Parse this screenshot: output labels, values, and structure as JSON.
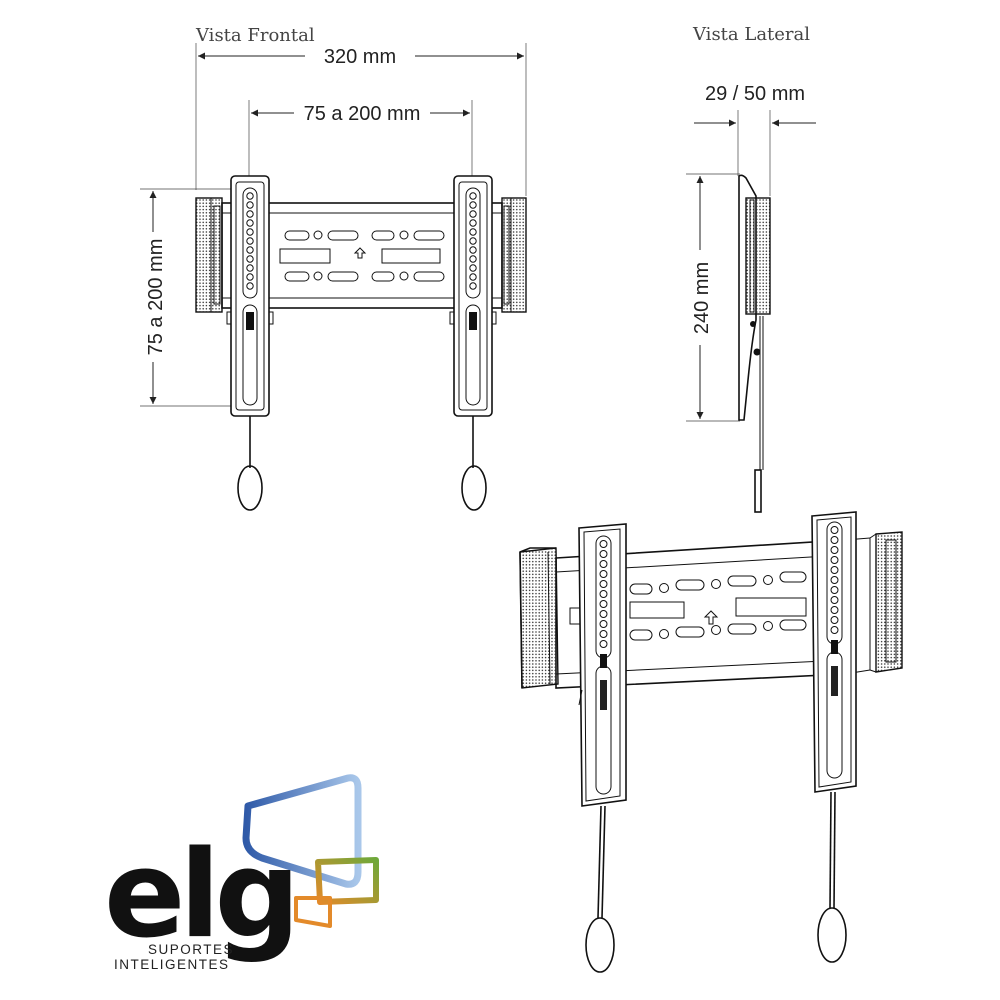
{
  "views": {
    "front_label": "Vista Frontal",
    "side_label": "Vista Lateral"
  },
  "dimensions": {
    "overall_width": "320 mm",
    "vesa_horizontal": "75 a 200 mm",
    "vesa_vertical": "75 a 200 mm",
    "depth": "29 / 50 mm",
    "height": "240 mm"
  },
  "logo": {
    "wordmark": "elg",
    "tagline_line1": "SUPORTES",
    "tagline_line2": "INTELIGENTES",
    "colors": {
      "blue": "#2f5aa8",
      "light_blue": "#a9c7ea",
      "green": "#6fa83a",
      "orange": "#e38a2a"
    }
  }
}
